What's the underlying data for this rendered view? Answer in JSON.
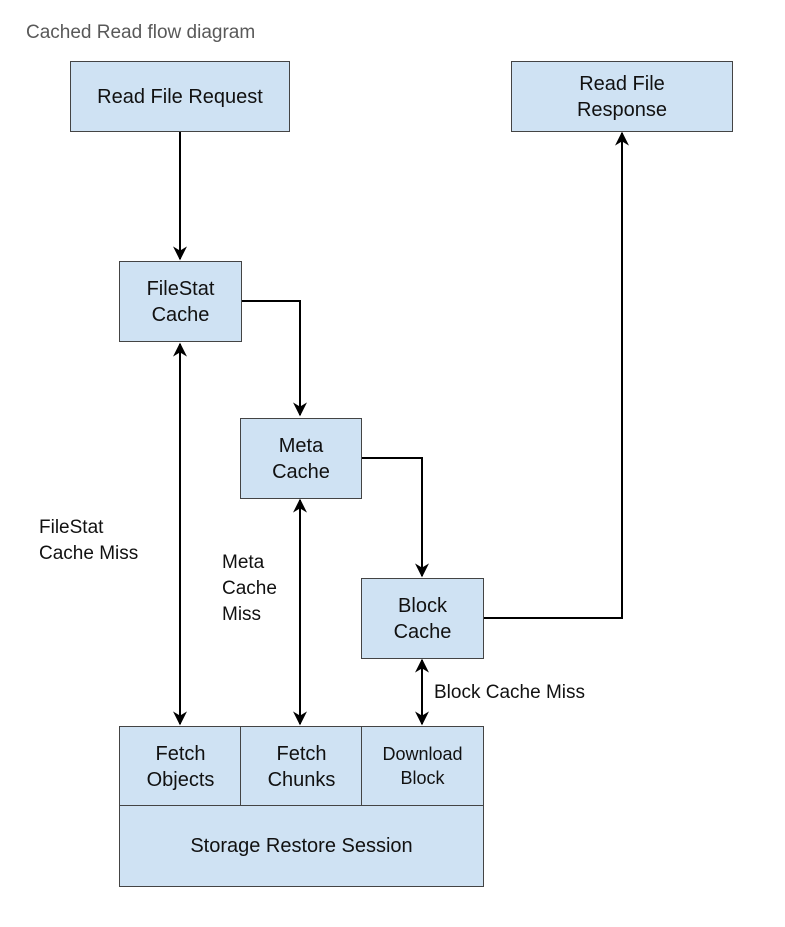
{
  "title": "Cached Read flow diagram",
  "nodes": {
    "read_file_request": "Read File Request",
    "read_file_response": "Read File\nResponse",
    "filestat_cache": "FileStat\nCache",
    "meta_cache": "Meta\nCache",
    "block_cache": "Block\nCache",
    "fetch_objects": "Fetch\nObjects",
    "fetch_chunks": "Fetch\nChunks",
    "download_block": "Download\nBlock",
    "storage_restore_session": "Storage Restore Session"
  },
  "edge_labels": {
    "filestat_miss": "FileStat\nCache Miss",
    "meta_miss": "Meta\nCache\nMiss",
    "block_miss": "Block Cache Miss"
  },
  "colors": {
    "node_fill": "#cfe2f3",
    "node_border": "#444444",
    "edge": "#000000"
  }
}
